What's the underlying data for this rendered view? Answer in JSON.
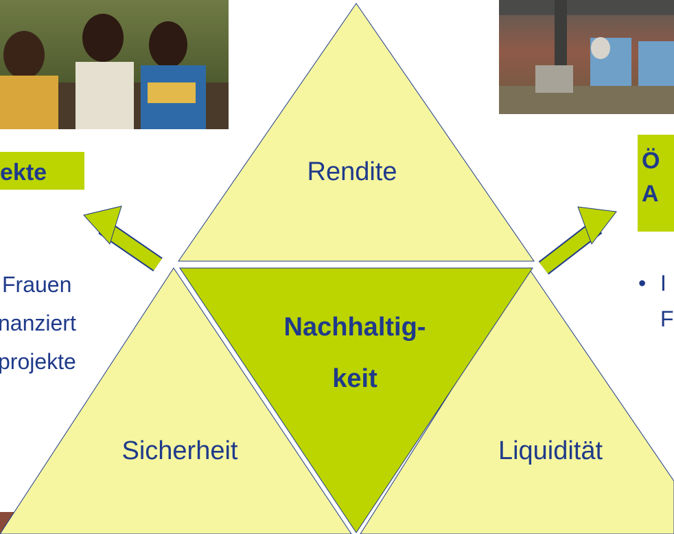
{
  "colors": {
    "light_triangle": "#f6f6a0",
    "center_triangle": "#bcd400",
    "text": "#1f3a8a",
    "arrow": "#bcd400"
  },
  "diagram": {
    "top": "Rendite",
    "center_line1": "Nachhaltig-",
    "center_line2": "keit",
    "left": "Sicherheit",
    "right": "Liquidität"
  },
  "left_panel": {
    "box_label": "ekte",
    "lines": [
      "Frauen",
      "nanziert",
      "projekte"
    ]
  },
  "right_panel": {
    "box_line1": "Ö",
    "box_line2": "A",
    "bullet": "•",
    "lines": [
      "I",
      "F"
    ]
  }
}
